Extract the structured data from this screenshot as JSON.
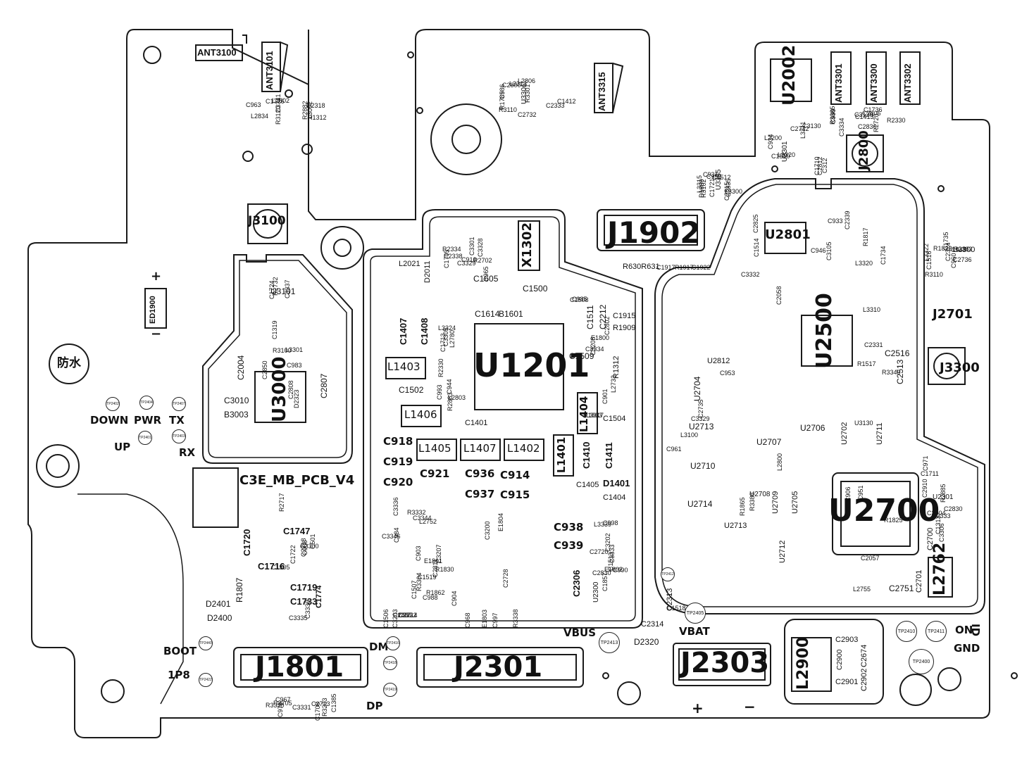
{
  "board": {
    "name": "C3E_MB_PCB_V4",
    "waterproof_mark": "防水",
    "colors": {
      "outline": "#1a1a1a",
      "background": "#ffffff"
    }
  },
  "major_components": {
    "u1201": "U1201",
    "u2700": "U2700",
    "u2500": "U2500",
    "u3000": "U3000",
    "u2002": "U2002",
    "u2801": "U2801",
    "j1902": "J1902",
    "j1801": "J1801",
    "j2301": "J2301",
    "j2303": "J2303",
    "j3100": "J3100",
    "j2701": "J2701",
    "j3300": "J3300",
    "j2800": "J2800",
    "x1302": "X1302",
    "l2762": "L2762",
    "l2900": "L2900",
    "ant3100": "ANT3100",
    "ant3101": "ANT3101",
    "ant3315": "ANT3315",
    "ant3301": "ANT3301",
    "ant3300": "ANT3300",
    "ant3302": "ANT3302",
    "ed1900": "ED1900"
  },
  "pin_labels": {
    "down": "DOWN",
    "pwr": "PWR",
    "tx": "TX",
    "up": "UP",
    "rx": "RX",
    "boot": "BOOT",
    "ip8": "1P8",
    "dm": "DM",
    "dp": "DP",
    "vbus": "VBUS",
    "vbat": "VBAT",
    "on": "ON",
    "id": "ID",
    "gnd": "GND",
    "plus": "+",
    "minus": "−",
    "ed_plus": "+",
    "ed_minus": "−"
  },
  "medium_components": {
    "c918": "C918",
    "c919": "C919",
    "c920": "C920",
    "c921": "C921",
    "c936": "C936",
    "c937": "C937",
    "c914": "C914",
    "c915": "C915",
    "c938": "C938",
    "c939": "C939",
    "l1405": "L1405",
    "l1407": "L1407",
    "l1402": "L1402",
    "l1403": "L1403",
    "l1406": "L1406",
    "l1401": "L1401",
    "l1404": "L1404",
    "c1407": "C1407",
    "c1408": "C1408",
    "c1410": "C1410",
    "c1411": "C1411",
    "d1401": "D1401",
    "c2306": "C2306",
    "c1720": "C1720",
    "c1716": "C1716",
    "c1747": "C1747",
    "c1719": "C1719",
    "c1733": "C1733",
    "c1774": "C1774",
    "d2401": "D2401",
    "d2400": "D2400",
    "r1807": "R1807",
    "c2004": "C2004",
    "c3010": "C3010",
    "b3003": "B3003",
    "c2807": "C2807",
    "u3101": "U3101",
    "u3306": "U3306",
    "u3301": "U3301",
    "u3355": "U3355",
    "u2704": "U2704",
    "u2812": "U2812",
    "u2713": "U2713",
    "u2706": "U2706",
    "u2707": "U2707",
    "u2710": "U2710",
    "u2702": "U2702",
    "u2711": "U2711",
    "u2714": "U2714",
    "u2708": "U2708",
    "u2709": "U2709",
    "u2705": "U2705",
    "u2712": "U2712",
    "u2713b": "U2713",
    "u3300": "U3300",
    "u2301": "U2301",
    "u2300": "U2300",
    "c2700": "C2700",
    "c2701": "C2701",
    "c2751": "C2751",
    "c2516": "C2516",
    "c2513": "C2513",
    "d2320": "D2320",
    "c2314": "C2314",
    "c2313": "C2313",
    "c2903": "C2903",
    "c2900": "C2900",
    "c2901": "C2901",
    "c2902": "C2902",
    "c2674": "C2674",
    "c1500": "C1500",
    "c1605": "C1605",
    "c1614": "C1614",
    "b1601": "B1601",
    "c1915": "C1915",
    "r1909": "R1909",
    "c1509": "C1509",
    "c1511": "C1511",
    "c2212": "C2212",
    "c1504": "C1504",
    "r1312": "R1312",
    "c1405": "C1405",
    "c1404": "C1404",
    "c1502": "C1502",
    "c1401": "C1401",
    "l2021": "L2021",
    "d2011": "D2011",
    "r630r631": "R630R631",
    "c1917": "C1917",
    "r1917": "R1917",
    "c1922": "C1922"
  },
  "small_labels": [
    "R3120",
    "R3100",
    "R3110",
    "C3120",
    "C3130",
    "R3102",
    "C3105",
    "R3110",
    "L3100",
    "U3130",
    "C3200",
    "C3207",
    "C3208",
    "C3202",
    "C3203",
    "R3203",
    "C3300",
    "C3301",
    "C3305",
    "C3004",
    "L3002",
    "L3301",
    "R3301",
    "C3334",
    "L3320",
    "L3300",
    "L3320",
    "L3322",
    "C3329",
    "R3340",
    "C3346",
    "C3344",
    "L3317",
    "L3339",
    "R3338",
    "R3330",
    "C3339",
    "C3328",
    "L3324",
    "C3306",
    "C3341",
    "C3337",
    "L3313",
    "R3385",
    "L3311",
    "L3315",
    "C3332",
    "R3382",
    "R3388",
    "L3310",
    "C3336",
    "R3332",
    "C3334",
    "C3333",
    "C3332",
    "C3331",
    "C3335",
    "C3329",
    "L2803",
    "C2830",
    "L2802",
    "C2808",
    "C2333",
    "C2836",
    "L2200",
    "C2835",
    "C2339",
    "C2324",
    "L2800",
    "C2331",
    "R3304",
    "C2811",
    "C2802",
    "C2830",
    "C2835",
    "R2705",
    "R2717",
    "R2702",
    "L2780",
    "C2910",
    "L2834",
    "C2850",
    "L2806",
    "C2806",
    "C2812",
    "C2815",
    "C2825",
    "C2736",
    "C2735",
    "L2755",
    "C2728",
    "L2752",
    "L2733",
    "C2720",
    "C2714",
    "C2713",
    "C2718",
    "C2338",
    "R2883",
    "R2885",
    "R2882",
    "R2732",
    "C2732",
    "R2720",
    "C2712",
    "C931",
    "C933",
    "C960",
    "C961",
    "C906",
    "C984",
    "C988",
    "C985",
    "C990",
    "C968",
    "C979",
    "C966",
    "C965",
    "C944",
    "C971",
    "C963",
    "C983",
    "C986",
    "C999",
    "C934",
    "C955",
    "C946",
    "C948",
    "C953",
    "C951",
    "C904",
    "C903",
    "C901",
    "C998",
    "C997",
    "C967",
    "C501",
    "C910",
    "C993",
    "C1313",
    "R1312",
    "C1319",
    "C1412",
    "C1413",
    "C1510",
    "C1512",
    "C1514",
    "C1516",
    "C1518",
    "R1517",
    "C1519",
    "C1507",
    "C1508",
    "C1513",
    "C1506",
    "C1385",
    "C1505",
    "R2334",
    "R2330",
    "R2333",
    "D2318",
    "D2323",
    "C2800",
    "R2330",
    "C312",
    "D1800",
    "R1817",
    "R1822",
    "C2058",
    "C2057",
    "E1804",
    "E1801",
    "E1800",
    "E1802",
    "E1803",
    "C1708",
    "C1722",
    "C1705",
    "C1713",
    "C1711",
    "C1776",
    "C1724",
    "R1785",
    "C1736",
    "C1710",
    "C1721",
    "C1734",
    "C1735",
    "R1865",
    "R1825",
    "R1830",
    "R1862",
    "R1863",
    "C1857"
  ],
  "test_points": {
    "tp2402": "TP2402",
    "tp2404": "TP2404",
    "tp2407": "TP2407",
    "tp2401": "TP2401",
    "tp2403": "TP2403",
    "tp2440": "TP2440",
    "tp2422": "TP2422",
    "tp2416": "TP2416",
    "tp2418": "TP2418",
    "tp2419": "TP2419",
    "tp2413": "TP2413",
    "tp2405": "TP2405",
    "tp2410": "TP2410",
    "tp2411": "TP2411",
    "tp2400": "TP2400",
    "tp2412": "TP2412"
  }
}
